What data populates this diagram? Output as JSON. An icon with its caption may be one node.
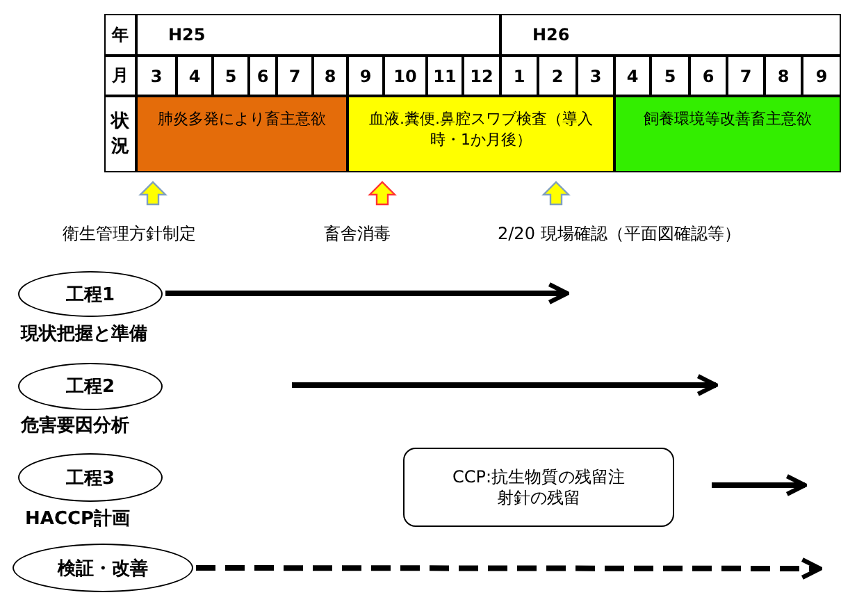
{
  "diagram": {
    "nodes": [
      {
        "text": [
          "肺炎多発により畜主意欲"
        ]
      },
      {
        "text": [
          "血液.糞便.鼻腔スワブ検査（導入時・1か月後）"
        ]
      },
      {
        "text": [
          "飼養環境等改善畜主意欲"
        ]
      },
      {
        "text": [
          "工程1"
        ],
        "beside": [
          "現状把握と準備"
        ]
      },
      {
        "text": [
          "工程2"
        ],
        "beside": [
          "危害要因分析"
        ]
      },
      {
        "text": [
          "工程3"
        ],
        "beside": [
          "HACCP計画"
        ]
      },
      {
        "text": [
          "検証・改善"
        ]
      },
      {
        "text": [
          "CCP:抗生物質の残留注射針の残留"
        ]
      }
    ],
    "edges": [
      {
        "from": 3,
        "to": null,
        "arrow": "to"
      },
      {
        "from": 6,
        "to": null,
        "arrow": "to",
        "style": "dashed"
      }
    ],
    "labels": [
      "年",
      "H25",
      "H26",
      "月",
      "3",
      "4",
      "5",
      "6",
      "7",
      "8",
      "9",
      "10",
      "11",
      "12",
      "1",
      "2",
      "3",
      "4",
      "5",
      "6",
      "7",
      "8",
      "9",
      "状況",
      "衛生管理方針制定",
      "畜舎消毒",
      "2/20 現場確認（平面図確認等）"
    ]
  }
}
